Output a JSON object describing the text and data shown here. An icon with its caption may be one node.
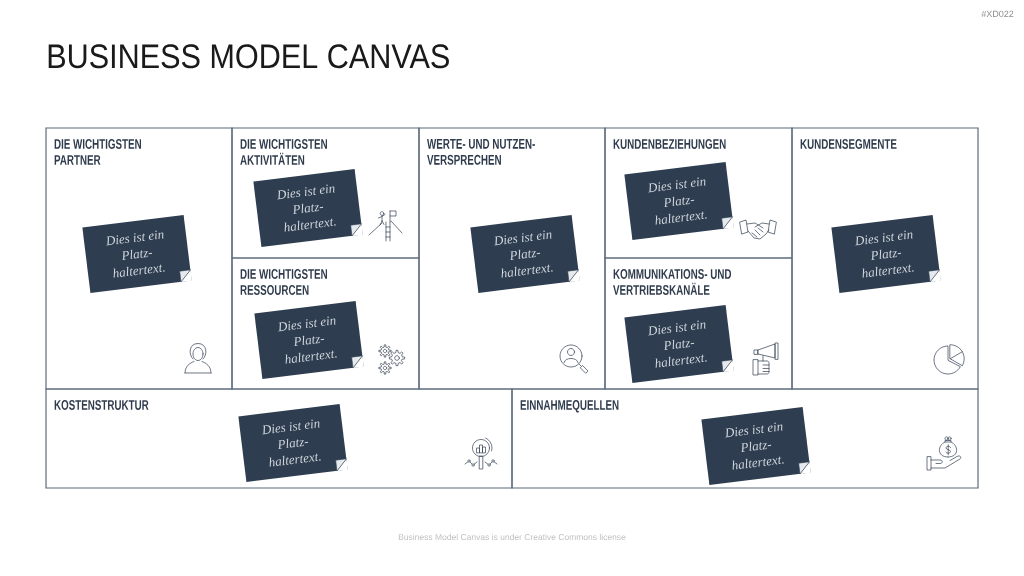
{
  "diagram": {
    "title": "BUSINESS MODEL CANVAS",
    "nodes": [
      {
        "text": [
          "DIE WICHTIGSTEN PARTNER"
        ]
      },
      {
        "text": [
          "Dies ist ein Platz- haltertext."
        ],
        "in": 0
      },
      {
        "text": [
          "DIE WICHTIGSTEN AKTIVITÄTEN"
        ]
      },
      {
        "text": [
          "Dies ist ein Platz- haltertext."
        ],
        "in": 2
      },
      {
        "text": [
          "DIE WICHTIGSTEN RESSOURCEN"
        ]
      },
      {
        "text": [
          "Dies ist ein Platz- haltertext."
        ],
        "in": 4
      },
      {
        "text": [
          "WERTE- UND NUTZEN- VERSPRECHEN"
        ]
      },
      {
        "text": [
          "Dies ist ein Platz- haltertext."
        ],
        "in": 6
      },
      {
        "text": [
          "KUNDENBEZIEHUNGEN"
        ]
      },
      {
        "text": [
          "Dies ist ein Platz- haltertext."
        ],
        "in": 8
      },
      {
        "text": [
          "KOMMUNIKATIONS- UND VERTRIEBSKANÄLE"
        ]
      },
      {
        "text": [
          "Dies ist ein Platz- haltertext."
        ],
        "in": 10
      },
      {
        "text": [
          "KUNDENSEGMENTE"
        ]
      },
      {
        "text": [
          "Dies ist ein Platz- haltertext."
        ],
        "in": 12
      },
      {
        "text": [
          "KOSTENSTRUKTUR"
        ]
      },
      {
        "text": [
          "Dies ist ein Platz- haltertext."
        ],
        "in": 14
      },
      {
        "text": [
          "EINNAHMEQUELLEN"
        ]
      },
      {
        "text": [
          "Dies ist ein Platz- haltertext."
        ],
        "in": 16
      }
    ],
    "labels": [
      "#XD022",
      "Business Model Canvas is under Creative Commons license"
    ]
  }
}
